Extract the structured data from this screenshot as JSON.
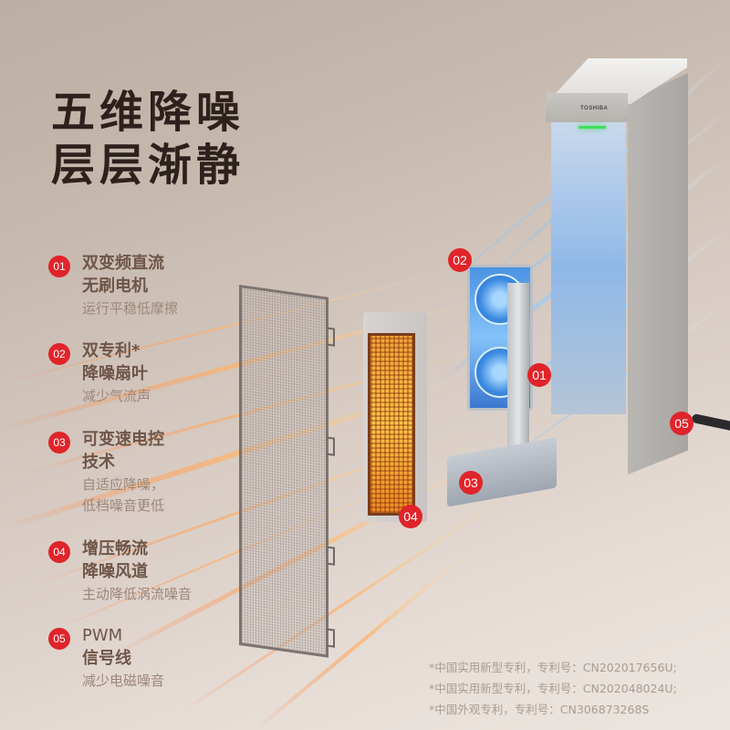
{
  "headline": {
    "line1": "五维降噪",
    "line2": "层层渐静"
  },
  "features": [
    {
      "number": "01",
      "title_lines": [
        "双变频直流",
        "无刷电机"
      ],
      "desc_lines": [
        "运行平稳低摩擦"
      ]
    },
    {
      "number": "02",
      "title_lines": [
        "双专利*",
        "降噪扇叶"
      ],
      "desc_lines": [
        "减少气流声"
      ]
    },
    {
      "number": "03",
      "title_lines": [
        "可变速电控",
        "技术"
      ],
      "desc_lines": [
        "自适应降噪，",
        "低档噪音更低"
      ]
    },
    {
      "number": "04",
      "title_lines": [
        "增压畅流",
        "降噪风道"
      ],
      "desc_lines": [
        "主动降低涡流噪音"
      ]
    },
    {
      "number": "05",
      "title_lines": [
        "PWM",
        "信号线"
      ],
      "desc_lines": [
        "减少电磁噪音"
      ]
    }
  ],
  "product": {
    "brand": "TOSHIBA",
    "callouts": [
      {
        "number": "02",
        "target": "fan-blade"
      },
      {
        "number": "01",
        "target": "motor"
      },
      {
        "number": "03",
        "target": "speed-control"
      },
      {
        "number": "04",
        "target": "air-duct"
      },
      {
        "number": "05",
        "target": "signal-cable"
      }
    ]
  },
  "patents": [
    "*中国实用新型专利，专利号：CN202017656U;",
    "*中国实用新型专利，专利号：CN202048024U;",
    "*中国外观专利，专利号：CN306873268S"
  ],
  "colors": {
    "badge": "#e0242a",
    "headline": "#2c211c",
    "feature_title": "#6e5648",
    "feature_desc": "#9d8679",
    "patent_text": "#a99d94"
  }
}
